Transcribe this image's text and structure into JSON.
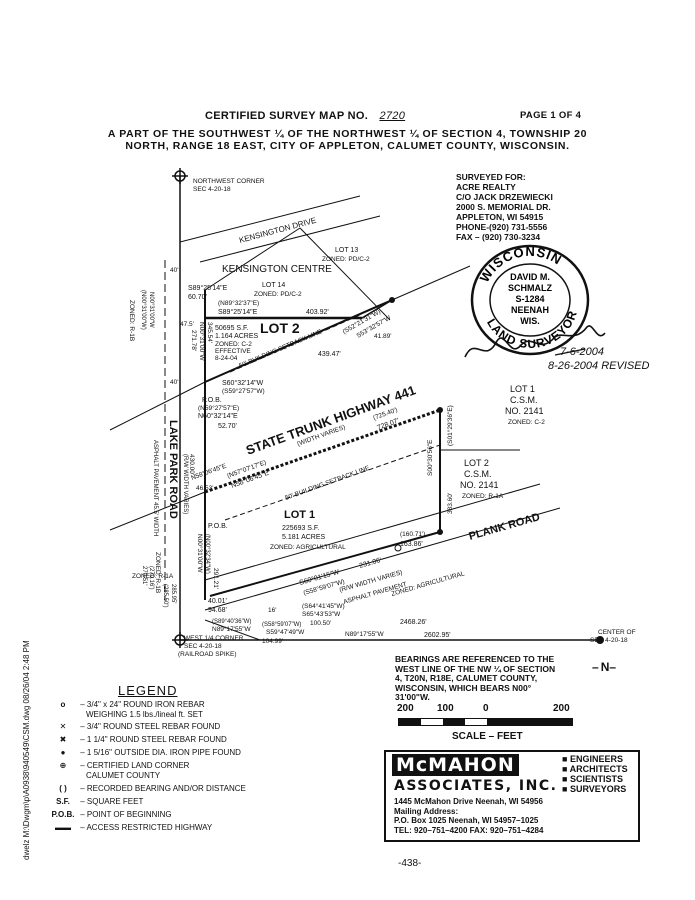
{
  "header": {
    "title_prefix": "CERTIFIED SURVEY MAP NO.",
    "map_number": "2720",
    "page": "PAGE 1 OF 4",
    "description_line1": "A PART OF THE SOUTHWEST ¼ OF THE NORTHWEST ¼ OF SECTION 4, TOWNSHIP 20",
    "description_line2": "NORTH, RANGE 18 EAST, CITY OF APPLETON, CALUMET COUNTY, WISCONSIN."
  },
  "surveyed_for": {
    "line1": "SURVEYED FOR:",
    "line2": "ACRE REALTY",
    "line3": "C/O JACK DRZEWIECKI",
    "line4": "2000 S. MEMORIAL DR.",
    "line5": "APPLETON, WI 54915",
    "line6": "PHONE-(920) 731-5556",
    "line7": "FAX – (920) 730-3234"
  },
  "seal": {
    "top": "WISCONSIN",
    "name1": "DAVID M.",
    "name2": "SCHMALZ",
    "number": "S-1284",
    "city": "NEENAH",
    "state": "WIS.",
    "bottom": "LAND SURVEYOR"
  },
  "signature": {
    "date1": "7-6-2004",
    "date2": "8-26-2004 REVISED"
  },
  "map": {
    "nw_corner1": "NORTHWEST CORNER",
    "nw_corner2": "SEC 4-20-18",
    "kensington_drive": "KENSINGTON DRIVE",
    "kensington_centre": "KENSINGTON CENTRE",
    "lot13": "LOT 13",
    "lot13_zone": "ZONED: PD/C-2",
    "lot14": "LOT 14",
    "lot14_zone": "ZONED: PD/C-2",
    "brg1": "S89°25'14\"E",
    "dist1": "60.70'",
    "brg1r": "(N89°32'37\"E)",
    "brg2": "S89°25'14\"E",
    "dist2": "403.92'",
    "lot2": "LOT 2",
    "lot2_sf": "50695 S.F.",
    "lot2_ac": "1.164 ACRES",
    "lot2_zone": "ZONED: C-2",
    "lot2_eff1": "EFFECTIVE",
    "lot2_eff2": "8-24-04",
    "setback1": "50' BUILDING SETBACK LINE",
    "dist_439": "439.47'",
    "brg_s53a": "(S52°21'31\"W)",
    "brg_s53b": "S53°32'57\"W",
    "dist_4189": "41.89'",
    "brg_s60a": "S60°32'14\"W",
    "brg_s60b": "(S59°27'57\"W)",
    "pob1": "P.O.B.",
    "brg_n59": "(N59°27'57\"E)",
    "brg_n60": "N60°32'14\"E",
    "dist_5270": "52.70'",
    "highway": "STATE TRUNK HIGHWAY 441",
    "width_varies": "(WIDTH VARIES)",
    "dist_725": "(725.40')",
    "dist_728": "728.07'",
    "brg_n58a": "N58°06'45\"E",
    "dist_4653": "46.53'",
    "brg_n57": "(N57°07'17\"E)",
    "brg_n58b": "N58°06'45\"E",
    "setback2": "50' BUILDING SETBACK LINE",
    "brg_s00": "S00°30'56\"E",
    "brg_s00r": "(S01°29'36\"E)",
    "dist_383": "383.60'",
    "lot1_csm": "LOT 1",
    "lot1_csm2": "C.S.M.",
    "lot1_csm3": "NO. 2141",
    "lot1_csm_zone": "ZONED: C-2",
    "lot2_csm": "LOT 2",
    "lot2_csm2": "C.S.M.",
    "lot2_csm3": "NO. 2141",
    "lot2_csm_zone": "ZONED: R-1A",
    "lot1": "LOT 1",
    "lot1_sf": "225693 S.F.",
    "lot1_ac": "5.181 ACRES",
    "lot1_zone": "ZONED: AGRICULTURAL",
    "pob2": "P.O.B.",
    "dist_16071": "(160.71')",
    "dist_16386": "163.86'",
    "plank_road": "PLANK ROAD",
    "brg_s60b2": "S60°01'15\"W",
    "dist_231": "231.06'",
    "brg_s58": "(S58°59'07\"W)",
    "rw_varies": "(R/W WIDTH VARIES)",
    "asphalt_pave": "ASPHALT PAVEMENT",
    "zoned_ag": "ZONED: AGRICULTURAL",
    "lake_park": "LAKE PARK ROAD",
    "lake_park_rw": "(R/W WIDTH VARIES)",
    "asphalt_lp": "ASPHALT PAVEMENT 45.5' WIDTH",
    "zoned_r1b_1": "ZONED: R-1B",
    "zoned_r1b_2": "ZONED: R-1B",
    "zoned_r1a": "ZONED: R-1A",
    "brg_n00a": "(N00°31'00\"W)",
    "brg_n00b": "N00°31'00\"W",
    "dist_27178": "271.78'",
    "brg_n00c": "N00°31'00\"W",
    "dist_34554": "345.54'",
    "dist_430": "430.00'",
    "brg_n00d": "N00°31'00\"W",
    "brg_n00e": "(N00°32'34\"W)",
    "dist_29121": "291.21'",
    "dist_4001": "40.01'",
    "dist_9468": "94.68'",
    "brg_s89": "(S89°40'36\"W)",
    "brg_n89a": "N89°17'55\"W",
    "dist_16": "16'",
    "brg_s64": "(S64°41'45\"W)",
    "brg_s65": "S65°43'53\"W",
    "dist_10050": "100.50'",
    "brg_s58b": "(S58°59'07\"W)",
    "brg_s59": "S59°47'49\"W",
    "dist_10499": "104.99'",
    "brg_n89b": "N89°17'55\"W",
    "dist_2468": "2468.26'",
    "dist_2602": "2602.95'",
    "west_corner1": "WEST 1/4 CORNER",
    "west_corner2": "SEC 4-20-18",
    "west_corner3": "(RAILROAD SPIKE)",
    "center1": "CENTER OF",
    "center2": "SEC 4-20-18",
    "dist_40a": "40'",
    "dist_40b": "40'",
    "dist_475": "47.5'",
    "lp_values": "(270.16')",
    "lp_values2": "270.51'",
    "lp_values3": "(285.50')",
    "lp_values4": "285.95'"
  },
  "bearings_note": {
    "line1": "BEARINGS ARE REFERENCED TO THE",
    "line2": "WEST LINE OF THE NW ¼ OF SECTION",
    "line3": "4, T20N, R18E, CALUMET COUNTY,",
    "line4": "WISCONSIN, WHICH BEARS N00°",
    "line5": "31'00\"W."
  },
  "north": "N",
  "scale": {
    "t200a": "200",
    "t100": "100",
    "t0": "0",
    "t200b": "200",
    "label": "SCALE – FEET"
  },
  "legend": {
    "title": "LEGEND",
    "rows": [
      {
        "sym": "o",
        "text": "– 3/4\" x 24\" ROUND IRON REBAR",
        "text2": "WEIGHING 1.5 lbs./lineal ft. SET"
      },
      {
        "sym": "✕",
        "text": "– 3/4\" ROUND STEEL REBAR FOUND",
        "text2": ""
      },
      {
        "sym": "✖",
        "text": "– 1 1/4\" ROUND STEEL REBAR FOUND",
        "text2": ""
      },
      {
        "sym": "●",
        "text": "– 1 5/16\" OUTSIDE DIA. IRON PIPE FOUND",
        "text2": ""
      },
      {
        "sym": "⊕",
        "text": "– CERTIFIED LAND CORNER",
        "text2": "CALUMET COUNTY"
      },
      {
        "sym": "( )",
        "text": "– RECORDED BEARING AND/OR DISTANCE",
        "text2": ""
      },
      {
        "sym": "S.F.",
        "text": "– SQUARE FEET",
        "text2": ""
      },
      {
        "sym": "P.O.B.",
        "text": "– POINT OF BEGINNING",
        "text2": ""
      },
      {
        "sym": "▬▬",
        "text": "– ACCESS RESTRICTED HIGHWAY",
        "text2": ""
      }
    ]
  },
  "mcmahon": {
    "logo": "McMAHON",
    "assoc": "ASSOCIATES, INC.",
    "r1": "ENGINEERS",
    "r2": "ARCHITECTS",
    "r3": "SCIENTISTS",
    "r4": "SURVEYORS",
    "addr": "1445 McMahon Drive   Neenah, WI 54956",
    "mail": "Mailing Address:",
    "po": "P.O. Box 1025   Neenah, WI 54957–1025",
    "tel": "TEL: 920–751–4200   FAX: 920–751–4284"
  },
  "footer": {
    "page_num": "-438-",
    "side_stamp": "dwelz M:\\Dwgm\\p\\A0938\\940549\\CSM.dwg   08/26/04  2:48 PM"
  }
}
